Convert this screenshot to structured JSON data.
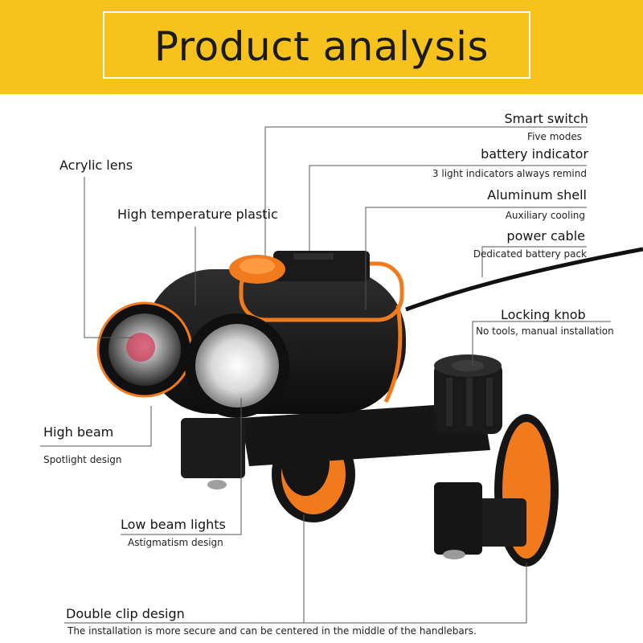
{
  "header": {
    "title": "Product analysis"
  },
  "callouts": {
    "smart_switch": {
      "title": "Smart switch",
      "detail": "Five modes"
    },
    "battery_indicator": {
      "title": "battery indicator",
      "detail": "3 light indicators always remind"
    },
    "aluminum_shell": {
      "title": "Aluminum shell",
      "detail": "Auxiliary cooling"
    },
    "power_cable": {
      "title": "power cable",
      "detail": "Dedicated battery pack"
    },
    "locking_knob": {
      "title": "Locking knob",
      "detail": "No tools, manual installation"
    },
    "acrylic_lens": {
      "title": "Acrylic lens"
    },
    "high_temp_plastic": {
      "title": "High temperature plastic"
    },
    "high_beam": {
      "title": "High beam",
      "detail": "Spotlight design"
    },
    "low_beam": {
      "title": "Low beam lights",
      "detail": "Astigmatism design"
    },
    "double_clip": {
      "title": "Double clip design",
      "detail": "The installation is more secure and can be centered in the middle of the handlebars."
    }
  },
  "colors": {
    "banner": "#f7c21b",
    "accent_orange": "#f07a1c",
    "body_black": "#151515"
  }
}
